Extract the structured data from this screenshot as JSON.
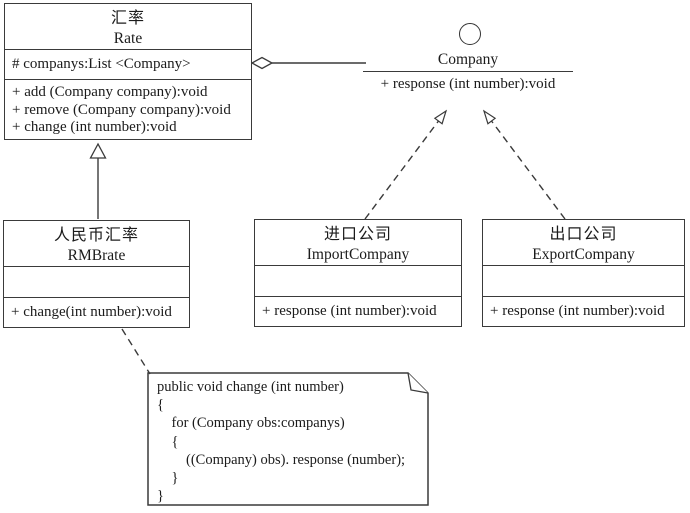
{
  "colors": {
    "line": "#3a3a3a",
    "text": "#1b1b1b",
    "background": "#ffffff"
  },
  "classes": {
    "rate": {
      "name_cn": "汇率",
      "name_en": "Rate",
      "attributes": [
        "# companys:List <Company>"
      ],
      "methods": [
        "+ add (Company company):void",
        "+ remove (Company company):void",
        "+ change (int number):void"
      ]
    },
    "rmbrate": {
      "name_cn": "人民币汇率",
      "name_en": "RMBrate",
      "methods": [
        "+ change(int number):void"
      ]
    },
    "import_company": {
      "name_cn": "进口公司",
      "name_en": "ImportCompany",
      "methods": [
        "+ response (int number):void"
      ]
    },
    "export_company": {
      "name_cn": "出口公司",
      "name_en": "ExportCompany",
      "methods": [
        "+ response (int number):void"
      ]
    }
  },
  "interface": {
    "name": "Company",
    "method": "+ response (int number):void"
  },
  "note": {
    "code": "public void change (int number)\n{\n    for (Company obs:companys)\n    {\n        ((Company) obs). response (number);\n    }\n}"
  }
}
